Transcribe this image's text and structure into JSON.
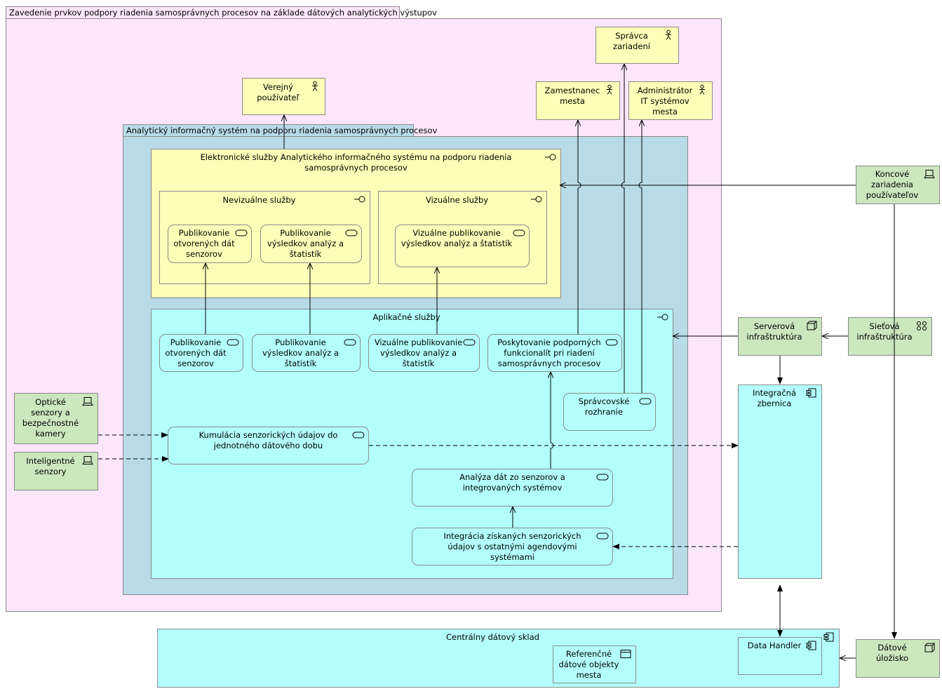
{
  "groups": {
    "outer": "Zavedenie prvkov podpory riadenia samosprávnych procesov na základe dátových analytických výstupov",
    "system": "Analytický informačný systém na podporu riadenia samosprávnych procesov"
  },
  "actors": {
    "public_user": "Verejný používateľ",
    "device_admin": "Správca zariadení",
    "employee": "Zamestnanec mesta",
    "it_admin": "Administrátor IT systémov mesta"
  },
  "eservices": {
    "title": "Elektronické služby Analytického informačného systému na podporu riadenia samosprávnych procesov",
    "nonvisual": {
      "title": "Nevizuálne služby",
      "items": [
        "Publikovanie otvorených dát senzorov",
        "Publikovanie výsledkov analýz a štatistík"
      ]
    },
    "visual": {
      "title": "Vizuálne služby",
      "items": [
        "Vizuálne publikovanie výsledkov analýz a štatistík"
      ]
    }
  },
  "appservices": {
    "title": "Aplikačné služby",
    "items": [
      "Publikovanie otvorených dát senzorov",
      "Publikovanie výsledkov analýz a štatistík",
      "Vizuálne publikovanie výsledkov analýz a štatistík",
      "Poskytovanie podporných funkcionalít pri riadení samosprávnych procesov"
    ],
    "admin_interface": "Správcovské rozhranie",
    "cumulation": "Kumulácia senzorických údajov do jednotného dátového dobu",
    "analysis": "Analýza dát zo senzorov a integrovaných systémov",
    "integration": "Integrácia získaných senzorických údajov s ostatnými agendovými systémami"
  },
  "devices": {
    "optical": "Optické senzory a bezpečnostné kamery",
    "intelligent": "Inteligentné senzory",
    "end_devices": "Koncové zariadenia používateľov",
    "data_storage": "Dátové úložisko"
  },
  "infrastructure": {
    "server": "Serverová infraštruktúra",
    "network": "Sieťová infraštruktúra",
    "integration_bus": "Integračná zbernica"
  },
  "warehouse": {
    "title": "Centrálny dátový sklad",
    "data_handler": "Data Handler",
    "reference_objects": "Referenčné dátové objekty mesta"
  },
  "colors": {
    "outer_group": "#fce6fc",
    "system_group": "#b9dbe8",
    "business": "#fefeb8",
    "application": "#b3fffe",
    "technology": "#cce6be"
  },
  "icons": [
    "actor-icon",
    "interface-icon",
    "service-icon",
    "device-icon",
    "node-icon",
    "network-icon",
    "component-icon",
    "data-object-icon"
  ]
}
